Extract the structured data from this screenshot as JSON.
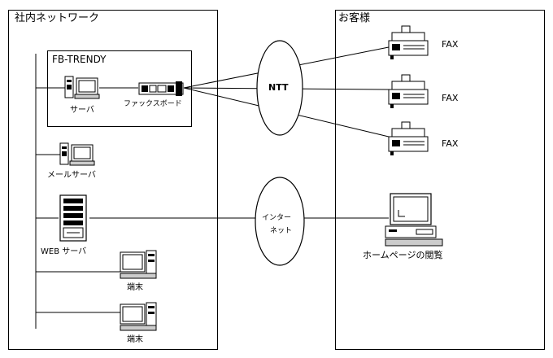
{
  "internal_network": {
    "title": "社内ネットワーク",
    "group_label": "FB-TRENDY",
    "server_label": "サーバ",
    "fax_board_label": "ファックスボード",
    "mail_server_label": "メールサーバ",
    "web_server_label": "WEB サーバ",
    "terminal_labels": [
      "端末",
      "端末"
    ]
  },
  "clouds": {
    "ntt": "NTT",
    "internet_line1": "インター",
    "internet_line2": "ネット"
  },
  "customer": {
    "title": "お客様",
    "fax_labels": [
      "FAX",
      "FAX",
      "FAX"
    ],
    "homepage_label": "ホームページの閲覧"
  }
}
